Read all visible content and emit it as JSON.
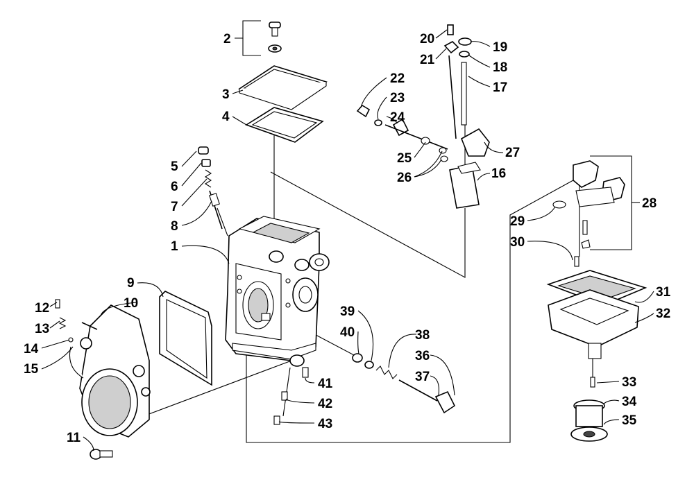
{
  "callouts": [
    {
      "id": "c1",
      "label": "1"
    },
    {
      "id": "c2",
      "label": "2"
    },
    {
      "id": "c3",
      "label": "3"
    },
    {
      "id": "c4",
      "label": "4"
    },
    {
      "id": "c5",
      "label": "5"
    },
    {
      "id": "c6",
      "label": "6"
    },
    {
      "id": "c7",
      "label": "7"
    },
    {
      "id": "c8",
      "label": "8"
    },
    {
      "id": "c9",
      "label": "9"
    },
    {
      "id": "c10",
      "label": "10"
    },
    {
      "id": "c11",
      "label": "11"
    },
    {
      "id": "c12",
      "label": "12"
    },
    {
      "id": "c13",
      "label": "13"
    },
    {
      "id": "c14",
      "label": "14"
    },
    {
      "id": "c15",
      "label": "15"
    },
    {
      "id": "c16",
      "label": "16"
    },
    {
      "id": "c17",
      "label": "17"
    },
    {
      "id": "c18",
      "label": "18"
    },
    {
      "id": "c19",
      "label": "19"
    },
    {
      "id": "c20",
      "label": "20"
    },
    {
      "id": "c21",
      "label": "21"
    },
    {
      "id": "c22",
      "label": "22"
    },
    {
      "id": "c23",
      "label": "23"
    },
    {
      "id": "c24",
      "label": "24"
    },
    {
      "id": "c25",
      "label": "25"
    },
    {
      "id": "c26",
      "label": "26"
    },
    {
      "id": "c27",
      "label": "27"
    },
    {
      "id": "c28",
      "label": "28"
    },
    {
      "id": "c29",
      "label": "29"
    },
    {
      "id": "c30",
      "label": "30"
    },
    {
      "id": "c31",
      "label": "31"
    },
    {
      "id": "c32",
      "label": "32"
    },
    {
      "id": "c33",
      "label": "33"
    },
    {
      "id": "c34",
      "label": "34"
    },
    {
      "id": "c35",
      "label": "35"
    },
    {
      "id": "c36",
      "label": "36"
    },
    {
      "id": "c37",
      "label": "37"
    },
    {
      "id": "c38",
      "label": "38"
    },
    {
      "id": "c39",
      "label": "39"
    },
    {
      "id": "c40",
      "label": "40"
    },
    {
      "id": "c41",
      "label": "41"
    },
    {
      "id": "c42",
      "label": "42"
    },
    {
      "id": "c43",
      "label": "43"
    }
  ]
}
